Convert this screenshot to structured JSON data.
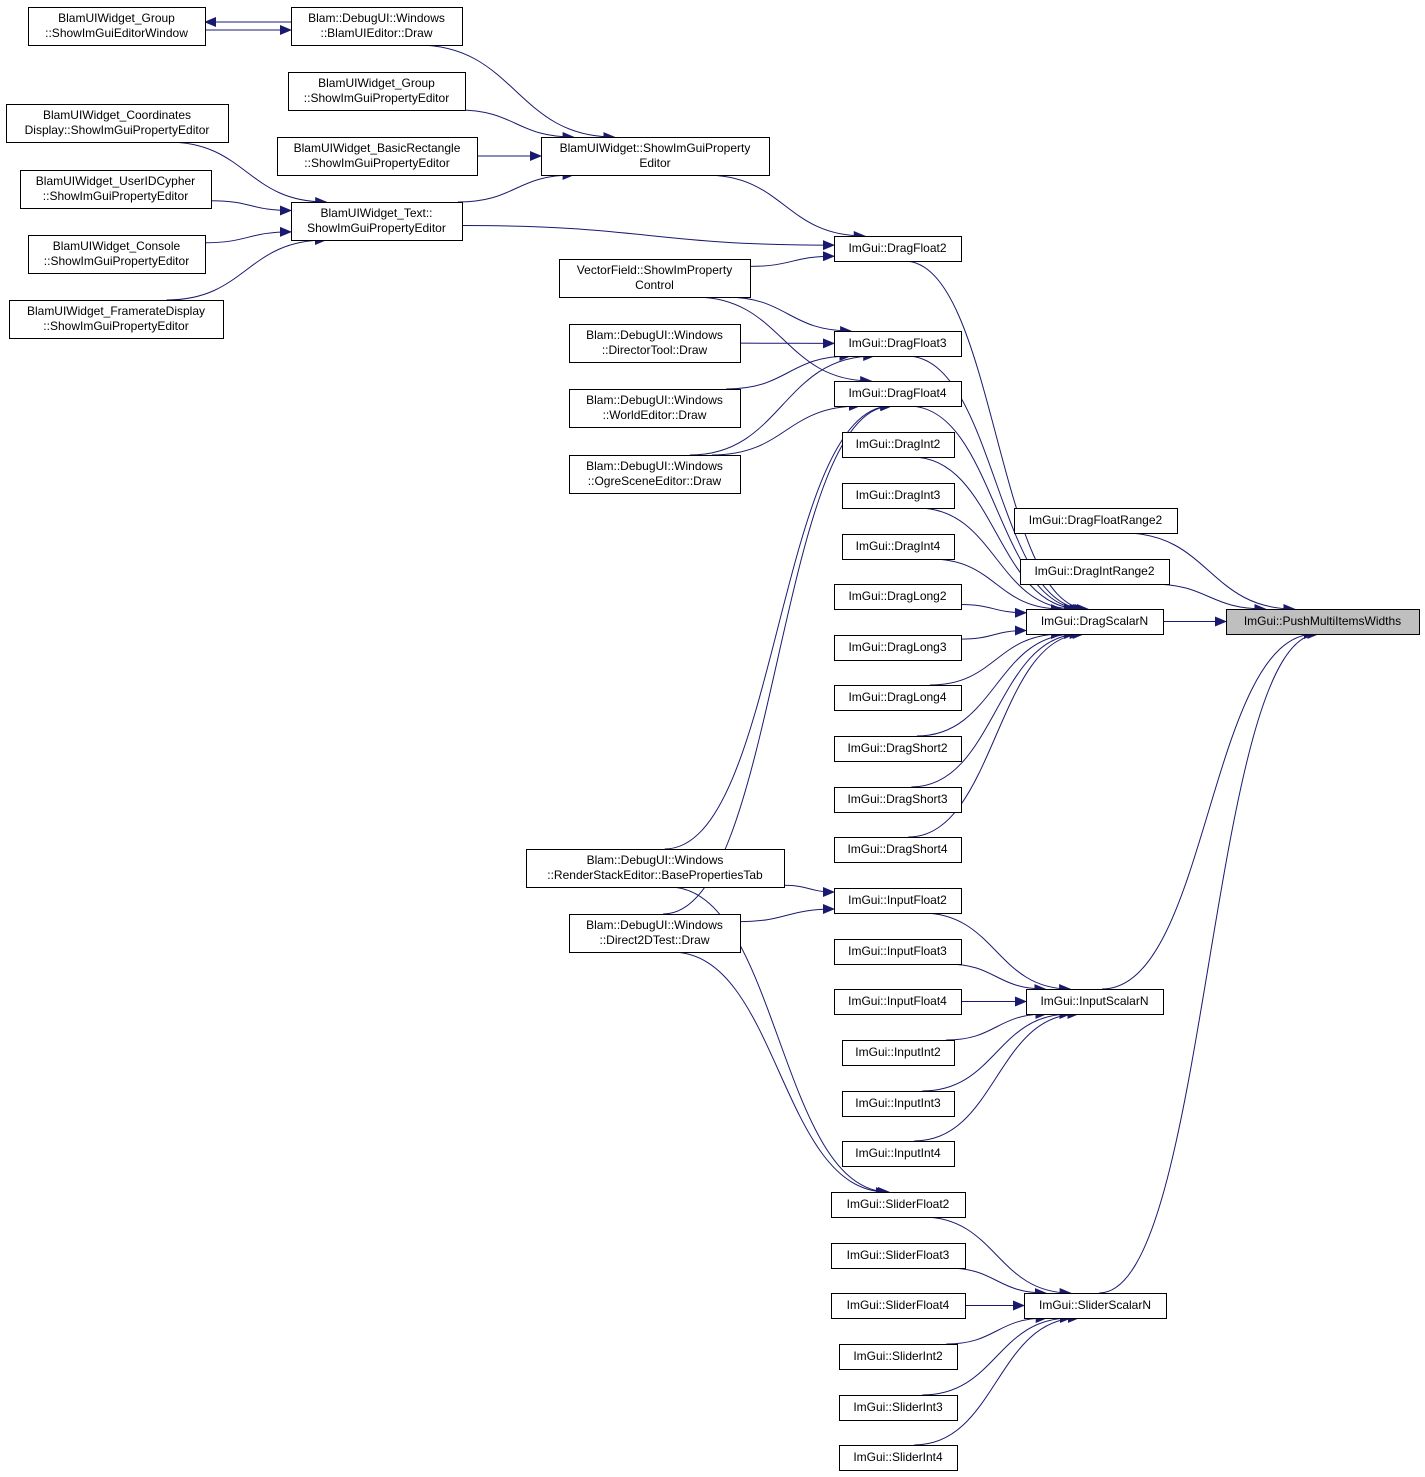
{
  "graph": {
    "focus_node": "pushmultiitemswidths",
    "nodes": [
      {
        "id": "group-showimguieditorwindow",
        "lines": [
          "BlamUIWidget_Group",
          "::ShowImGuiEditorWindow"
        ]
      },
      {
        "id": "blamuieditor-draw",
        "lines": [
          "Blam::DebugUI::Windows",
          "::BlamUIEditor::Draw"
        ]
      },
      {
        "id": "group-showimguipropertyeditor",
        "lines": [
          "BlamUIWidget_Group",
          "::ShowImGuiPropertyEditor"
        ]
      },
      {
        "id": "coordinates-showimguipropertyeditor",
        "lines": [
          "BlamUIWidget_Coordinates",
          "Display::ShowImGuiPropertyEditor"
        ]
      },
      {
        "id": "basicrectangle-showimguipropertyeditor",
        "lines": [
          "BlamUIWidget_BasicRectangle",
          "::ShowImGuiPropertyEditor"
        ]
      },
      {
        "id": "widget-showimguipropertyeditor",
        "lines": [
          "BlamUIWidget::ShowImGuiProperty",
          "Editor"
        ]
      },
      {
        "id": "useridcypher-showimguipropertyeditor",
        "lines": [
          "BlamUIWidget_UserIDCypher",
          "::ShowImGuiPropertyEditor"
        ]
      },
      {
        "id": "text-showimguipropertyeditor",
        "lines": [
          "BlamUIWidget_Text::",
          "ShowImGuiPropertyEditor"
        ]
      },
      {
        "id": "console-showimguipropertyeditor",
        "lines": [
          "BlamUIWidget_Console",
          "::ShowImGuiPropertyEditor"
        ]
      },
      {
        "id": "frameratedisplay-showimguipropertyeditor",
        "lines": [
          "BlamUIWidget_FramerateDisplay",
          "::ShowImGuiPropertyEditor"
        ]
      },
      {
        "id": "vectorfield-showimpropertycontrol",
        "lines": [
          "VectorField::ShowImProperty",
          "Control"
        ]
      },
      {
        "id": "directortool-draw",
        "lines": [
          "Blam::DebugUI::Windows",
          "::DirectorTool::Draw"
        ]
      },
      {
        "id": "worldeditor-draw",
        "lines": [
          "Blam::DebugUI::Windows",
          "::WorldEditor::Draw"
        ]
      },
      {
        "id": "ogresceneeditor-draw",
        "lines": [
          "Blam::DebugUI::Windows",
          "::OgreSceneEditor::Draw"
        ]
      },
      {
        "id": "renderstackeditor-basepropertiestab",
        "lines": [
          "Blam::DebugUI::Windows",
          "::RenderStackEditor::BasePropertiesTab"
        ]
      },
      {
        "id": "direct2dtest-draw",
        "lines": [
          "Blam::DebugUI::Windows",
          "::Direct2DTest::Draw"
        ]
      },
      {
        "id": "dragfloat2",
        "lines": [
          "ImGui::DragFloat2"
        ]
      },
      {
        "id": "dragfloat3",
        "lines": [
          "ImGui::DragFloat3"
        ]
      },
      {
        "id": "dragfloat4",
        "lines": [
          "ImGui::DragFloat4"
        ]
      },
      {
        "id": "dragint2",
        "lines": [
          "ImGui::DragInt2"
        ]
      },
      {
        "id": "dragint3",
        "lines": [
          "ImGui::DragInt3"
        ]
      },
      {
        "id": "dragint4",
        "lines": [
          "ImGui::DragInt4"
        ]
      },
      {
        "id": "draglong2",
        "lines": [
          "ImGui::DragLong2"
        ]
      },
      {
        "id": "draglong3",
        "lines": [
          "ImGui::DragLong3"
        ]
      },
      {
        "id": "draglong4",
        "lines": [
          "ImGui::DragLong4"
        ]
      },
      {
        "id": "dragshort2",
        "lines": [
          "ImGui::DragShort2"
        ]
      },
      {
        "id": "dragshort3",
        "lines": [
          "ImGui::DragShort3"
        ]
      },
      {
        "id": "dragshort4",
        "lines": [
          "ImGui::DragShort4"
        ]
      },
      {
        "id": "inputfloat2",
        "lines": [
          "ImGui::InputFloat2"
        ]
      },
      {
        "id": "inputfloat3",
        "lines": [
          "ImGui::InputFloat3"
        ]
      },
      {
        "id": "inputfloat4",
        "lines": [
          "ImGui::InputFloat4"
        ]
      },
      {
        "id": "inputint2",
        "lines": [
          "ImGui::InputInt2"
        ]
      },
      {
        "id": "inputint3",
        "lines": [
          "ImGui::InputInt3"
        ]
      },
      {
        "id": "inputint4",
        "lines": [
          "ImGui::InputInt4"
        ]
      },
      {
        "id": "sliderfloat2",
        "lines": [
          "ImGui::SliderFloat2"
        ]
      },
      {
        "id": "sliderfloat3",
        "lines": [
          "ImGui::SliderFloat3"
        ]
      },
      {
        "id": "sliderfloat4",
        "lines": [
          "ImGui::SliderFloat4"
        ]
      },
      {
        "id": "sliderint2",
        "lines": [
          "ImGui::SliderInt2"
        ]
      },
      {
        "id": "sliderint3",
        "lines": [
          "ImGui::SliderInt3"
        ]
      },
      {
        "id": "sliderint4",
        "lines": [
          "ImGui::SliderInt4"
        ]
      },
      {
        "id": "dragfloatrange2",
        "lines": [
          "ImGui::DragFloatRange2"
        ]
      },
      {
        "id": "dragintrange2",
        "lines": [
          "ImGui::DragIntRange2"
        ]
      },
      {
        "id": "dragscalarn",
        "lines": [
          "ImGui::DragScalarN"
        ]
      },
      {
        "id": "inputscalarn",
        "lines": [
          "ImGui::InputScalarN"
        ]
      },
      {
        "id": "sliderscalarn",
        "lines": [
          "ImGui::SliderScalarN"
        ]
      },
      {
        "id": "pushmultiitemswidths",
        "lines": [
          "ImGui::PushMultiItemsWidths"
        ]
      }
    ],
    "edges": [
      {
        "from": "group-showimguieditorwindow",
        "to": "blamuieditor-draw"
      },
      {
        "from": "blamuieditor-draw",
        "to": "group-showimguieditorwindow"
      },
      {
        "from": "blamuieditor-draw",
        "to": "widget-showimguipropertyeditor"
      },
      {
        "from": "group-showimguipropertyeditor",
        "to": "widget-showimguipropertyeditor"
      },
      {
        "from": "basicrectangle-showimguipropertyeditor",
        "to": "widget-showimguipropertyeditor"
      },
      {
        "from": "text-showimguipropertyeditor",
        "to": "widget-showimguipropertyeditor"
      },
      {
        "from": "coordinates-showimguipropertyeditor",
        "to": "text-showimguipropertyeditor"
      },
      {
        "from": "useridcypher-showimguipropertyeditor",
        "to": "text-showimguipropertyeditor"
      },
      {
        "from": "console-showimguipropertyeditor",
        "to": "text-showimguipropertyeditor"
      },
      {
        "from": "frameratedisplay-showimguipropertyeditor",
        "to": "text-showimguipropertyeditor"
      },
      {
        "from": "widget-showimguipropertyeditor",
        "to": "dragfloat2"
      },
      {
        "from": "text-showimguipropertyeditor",
        "to": "dragfloat2"
      },
      {
        "from": "vectorfield-showimpropertycontrol",
        "to": "dragfloat2"
      },
      {
        "from": "vectorfield-showimpropertycontrol",
        "to": "dragfloat3"
      },
      {
        "from": "vectorfield-showimpropertycontrol",
        "to": "dragfloat4"
      },
      {
        "from": "directortool-draw",
        "to": "dragfloat3"
      },
      {
        "from": "worldeditor-draw",
        "to": "dragfloat3"
      },
      {
        "from": "ogresceneeditor-draw",
        "to": "dragfloat3"
      },
      {
        "from": "ogresceneeditor-draw",
        "to": "dragfloat4"
      },
      {
        "from": "renderstackeditor-basepropertiestab",
        "to": "dragfloat4"
      },
      {
        "from": "direct2dtest-draw",
        "to": "dragfloat4"
      },
      {
        "from": "renderstackeditor-basepropertiestab",
        "to": "inputfloat2"
      },
      {
        "from": "direct2dtest-draw",
        "to": "inputfloat2"
      },
      {
        "from": "renderstackeditor-basepropertiestab",
        "to": "sliderfloat2"
      },
      {
        "from": "direct2dtest-draw",
        "to": "sliderfloat2"
      },
      {
        "from": "dragfloat2",
        "to": "dragscalarn"
      },
      {
        "from": "dragfloat3",
        "to": "dragscalarn"
      },
      {
        "from": "dragfloat4",
        "to": "dragscalarn"
      },
      {
        "from": "dragint2",
        "to": "dragscalarn"
      },
      {
        "from": "dragint3",
        "to": "dragscalarn"
      },
      {
        "from": "dragint4",
        "to": "dragscalarn"
      },
      {
        "from": "draglong2",
        "to": "dragscalarn"
      },
      {
        "from": "draglong3",
        "to": "dragscalarn"
      },
      {
        "from": "draglong4",
        "to": "dragscalarn"
      },
      {
        "from": "dragshort2",
        "to": "dragscalarn"
      },
      {
        "from": "dragshort3",
        "to": "dragscalarn"
      },
      {
        "from": "dragshort4",
        "to": "dragscalarn"
      },
      {
        "from": "inputfloat2",
        "to": "inputscalarn"
      },
      {
        "from": "inputfloat3",
        "to": "inputscalarn"
      },
      {
        "from": "inputfloat4",
        "to": "inputscalarn"
      },
      {
        "from": "inputint2",
        "to": "inputscalarn"
      },
      {
        "from": "inputint3",
        "to": "inputscalarn"
      },
      {
        "from": "inputint4",
        "to": "inputscalarn"
      },
      {
        "from": "sliderfloat2",
        "to": "sliderscalarn"
      },
      {
        "from": "sliderfloat3",
        "to": "sliderscalarn"
      },
      {
        "from": "sliderfloat4",
        "to": "sliderscalarn"
      },
      {
        "from": "sliderint2",
        "to": "sliderscalarn"
      },
      {
        "from": "sliderint3",
        "to": "sliderscalarn"
      },
      {
        "from": "sliderint4",
        "to": "sliderscalarn"
      },
      {
        "from": "dragfloatrange2",
        "to": "pushmultiitemswidths"
      },
      {
        "from": "dragintrange2",
        "to": "pushmultiitemswidths"
      },
      {
        "from": "dragscalarn",
        "to": "pushmultiitemswidths"
      },
      {
        "from": "inputscalarn",
        "to": "pushmultiitemswidths"
      },
      {
        "from": "sliderscalarn",
        "to": "pushmultiitemswidths"
      }
    ],
    "colors": {
      "edge": "#191970",
      "node_border": "#000000",
      "focus_fill": "#bfbfbf",
      "node_fill": "#ffffff"
    }
  }
}
